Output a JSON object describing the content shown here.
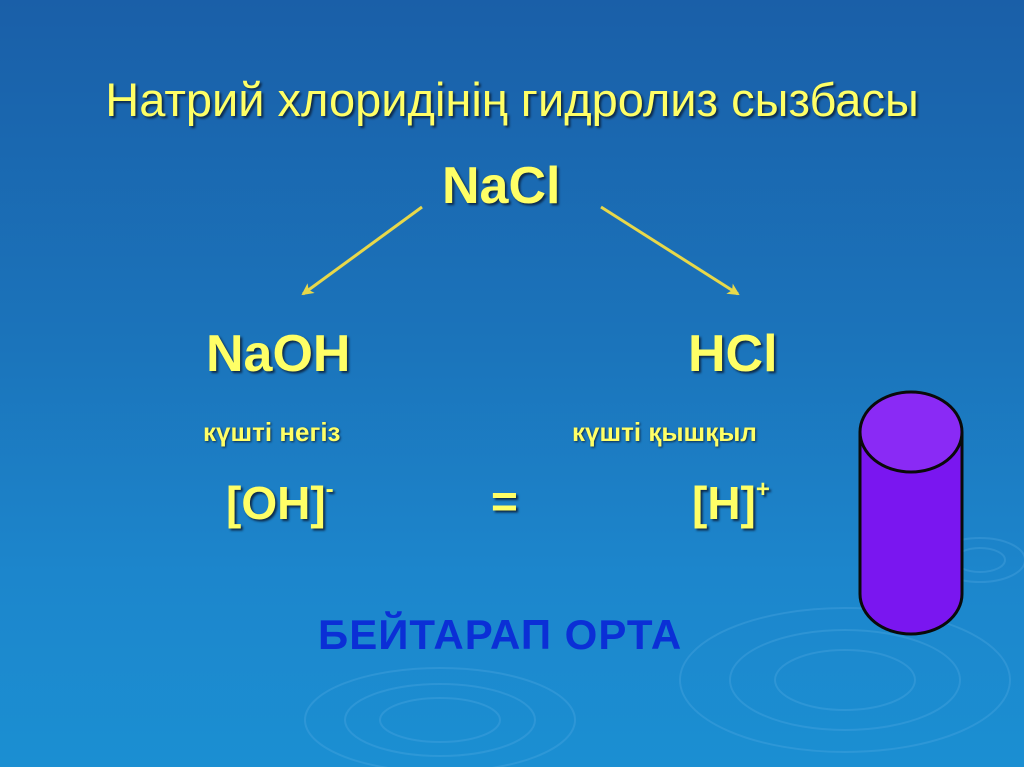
{
  "slide": {
    "title": "Натрий хлоридінің гидролиз сызбасы",
    "salt": "NaCl",
    "base": {
      "formula": "NaOH",
      "description": "күшті негіз",
      "ion": "[OH]",
      "ion_charge": "-"
    },
    "acid": {
      "formula": "HCl",
      "description": "күшті қышқыл",
      "ion": "[H]",
      "ion_charge": "+"
    },
    "equals": "=",
    "medium": "БЕЙТАРАП ОРТА"
  },
  "colors": {
    "text": "#ffff66",
    "medium_text": "#0b2fd6",
    "arrow": "#e8d84a",
    "cylinder_fill": "#7a16f0",
    "cylinder_top": "#8a2af5",
    "background": "#1b74bb"
  },
  "icons": {
    "left_arrow": "arrow-down-left",
    "right_arrow": "arrow-down-right",
    "cylinder": "purple-cylinder"
  }
}
